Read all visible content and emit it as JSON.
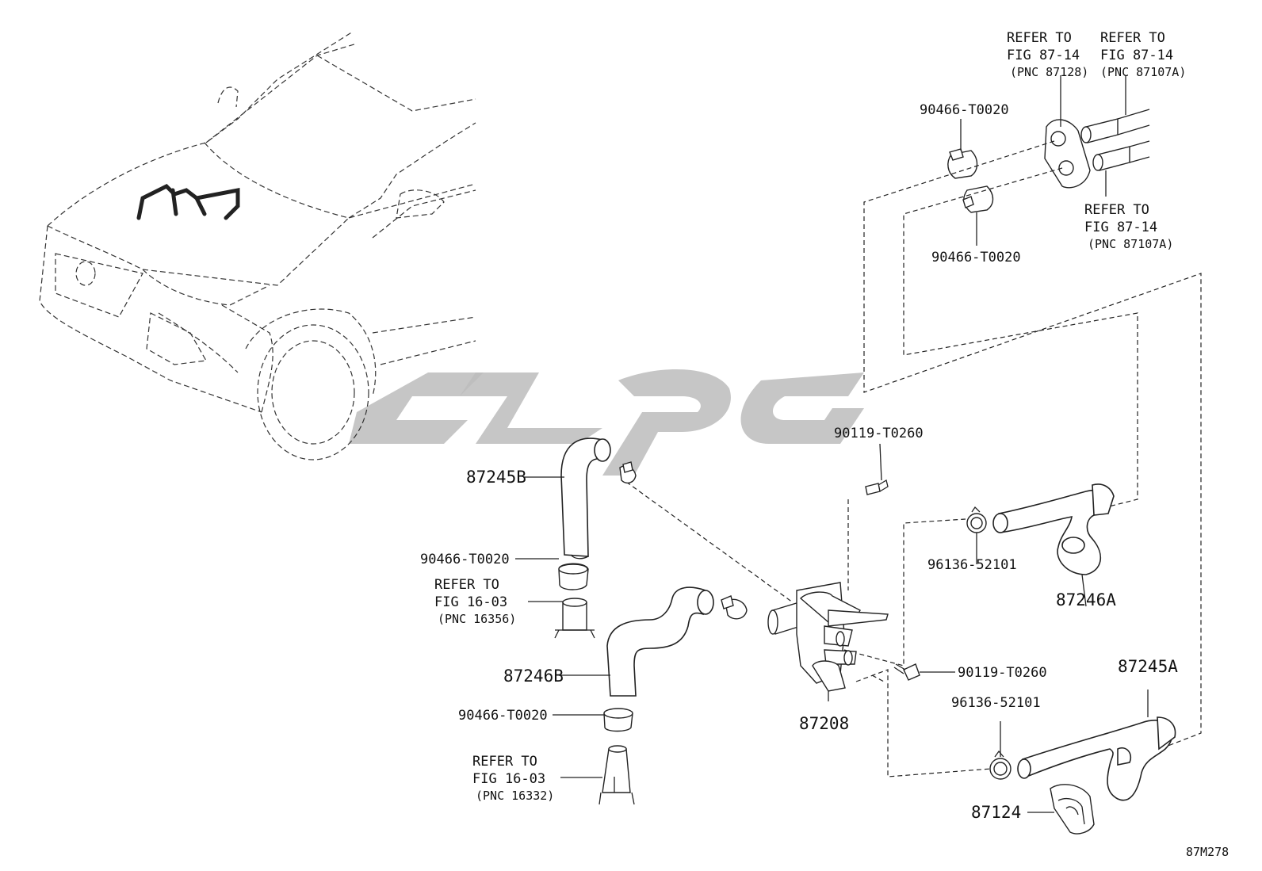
{
  "diagram": {
    "code": "87M278",
    "parts": [
      {
        "id": "p87245B",
        "label": "87245B"
      },
      {
        "id": "p87246B",
        "label": "87246B"
      },
      {
        "id": "p87208",
        "label": "87208"
      },
      {
        "id": "p87246A",
        "label": "87246A"
      },
      {
        "id": "p87245A",
        "label": "87245A"
      },
      {
        "id": "p87124",
        "label": "87124"
      },
      {
        "id": "clampTop1",
        "label": "90466-T0020"
      },
      {
        "id": "clampTop2",
        "label": "90466-T0020"
      },
      {
        "id": "clampLeft1",
        "label": "90466-T0020"
      },
      {
        "id": "clampLeft2",
        "label": "90466-T0020"
      },
      {
        "id": "bolt1",
        "label": "90119-T0260"
      },
      {
        "id": "bolt2",
        "label": "90119-T0260"
      },
      {
        "id": "clip1",
        "label": "96136-52101"
      },
      {
        "id": "clip2",
        "label": "96136-52101"
      }
    ],
    "references": [
      {
        "id": "ref1",
        "lines": [
          "REFER TO",
          "FIG 87-14",
          "(PNC 87128)"
        ]
      },
      {
        "id": "ref2",
        "lines": [
          "REFER TO",
          "FIG 87-14",
          "(PNC 87107A)"
        ]
      },
      {
        "id": "ref3",
        "lines": [
          "REFER TO",
          "FIG 87-14",
          "(PNC 87107A)"
        ]
      },
      {
        "id": "ref4",
        "lines": [
          "REFER TO",
          "FIG 16-03",
          "(PNC 16356)"
        ]
      },
      {
        "id": "ref5",
        "lines": [
          "REFER TO",
          "FIG 16-03",
          "(PNC 16332)"
        ]
      }
    ],
    "watermark_color": "#bcbcbc"
  }
}
